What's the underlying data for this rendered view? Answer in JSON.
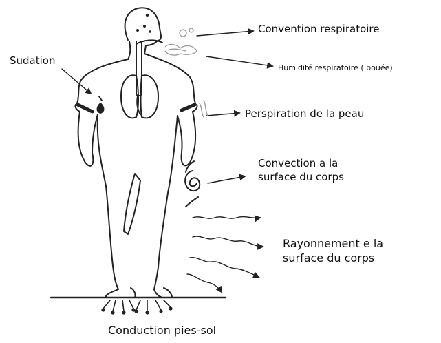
{
  "labels": {
    "convection_respiratoire": "Convention respiratoire",
    "humidite_respiratoire": "Humidité respiratoire ( bouée)",
    "sudation": "Sudation",
    "perspiration": "Perspiration de la peau",
    "convection_surface_line1": "Convection a la",
    "convection_surface_line2": "surface du corps",
    "rayonnement_line1": "Rayonnement e la",
    "rayonnement_line2": "surface du corps",
    "conduction": "Conduction pies-sol"
  },
  "colors": {
    "ink": "#111111",
    "sketch": "#222222",
    "vapor": "#999999"
  }
}
